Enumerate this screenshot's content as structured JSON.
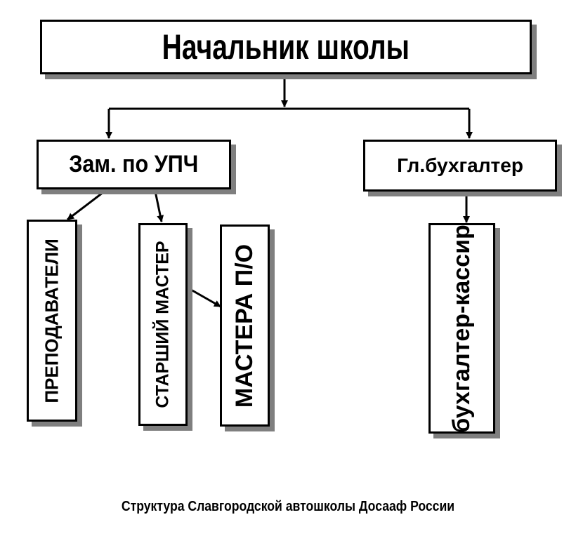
{
  "diagram": {
    "head": {
      "label": "Начальник школы"
    },
    "deputy": {
      "label": "Зам. по УПЧ"
    },
    "accountant": {
      "label": "Гл.бухгалтер"
    },
    "teachers": {
      "label": "ПРЕПОДАВАТЕЛИ"
    },
    "senior_master": {
      "label": "СТАРШИЙ МАСТЕР"
    },
    "masters": {
      "label": "МАСТЕРА П/О"
    },
    "cashier": {
      "label": "бухгалтер-кассир"
    }
  },
  "caption": "Структура Славгородской автошколы Досааф России",
  "colors": {
    "line": "#000000",
    "shadow": "#7f7f7f",
    "box": "#ffffff"
  }
}
